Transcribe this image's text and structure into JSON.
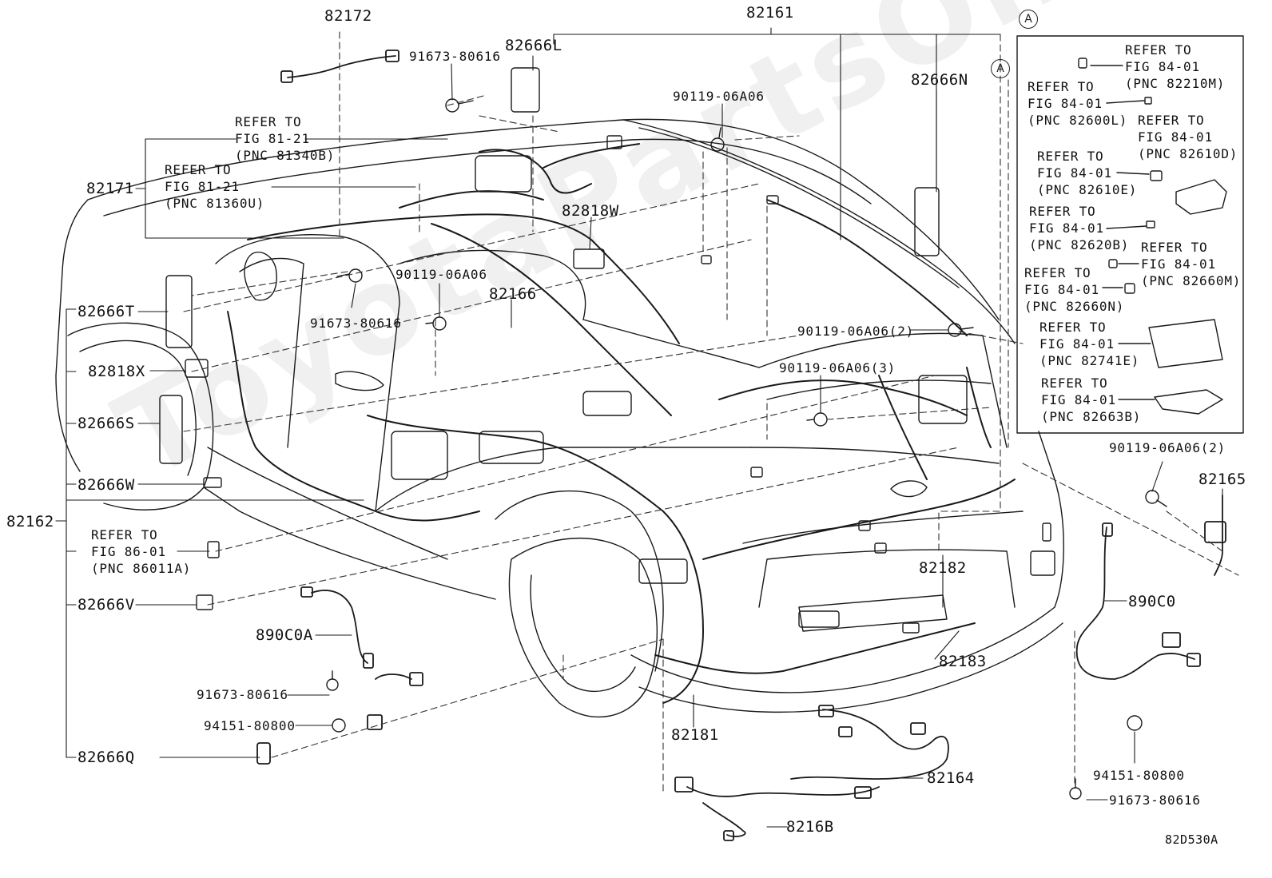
{
  "watermark": "ToyotaPartsOnline",
  "diagram_code": "82D530A",
  "inset_marker": "A",
  "colors": {
    "line": "#1a1a1a",
    "dash": "#333333"
  },
  "parts": {
    "p82172": "82172",
    "p82161": "82161",
    "p91673_top": "91673-80616",
    "p82666L": "82666L",
    "p82666N": "82666N",
    "p90119_top": "90119-06A06",
    "p82171": "82171",
    "p82818W": "82818W",
    "p82666T": "82666T",
    "p91673_mid": "91673-80616",
    "p90119_mid": "90119-06A06",
    "p82166": "82166",
    "p90119_2a": "90119-06A06(2)",
    "p90119_3": "90119-06A06(3)",
    "p82818X": "82818X",
    "p82666S": "82666S",
    "p90119_2b": "90119-06A06(2)",
    "p82165": "82165",
    "p82666W": "82666W",
    "p82162": "82162",
    "p82182": "82182",
    "p82666V": "82666V",
    "p890C0": "890C0",
    "p890C0A": "890C0A",
    "p82183": "82183",
    "p91673_low": "91673-80616",
    "p94151_left": "94151-80800",
    "p82181": "82181",
    "p82666Q": "82666Q",
    "p82164": "82164",
    "p94151_right": "94151-80800",
    "p91673_right": "91673-80616",
    "p8216B": "8216B"
  },
  "refs": {
    "r81340B": [
      "REFER TO",
      "FIG 81-21",
      "(PNC 81340B)"
    ],
    "r81360U": [
      "REFER TO",
      "FIG 81-21",
      "(PNC 81360U)"
    ],
    "r86011A": [
      "REFER TO",
      "FIG 86-01",
      "(PNC 86011A)"
    ]
  },
  "inset_refs": {
    "r82210M": [
      "REFER TO",
      "FIG 84-01",
      "(PNC 82210M)"
    ],
    "r82600L": [
      "REFER TO",
      "FIG 84-01",
      "(PNC 82600L)"
    ],
    "r82610D": [
      "REFER TO",
      "FIG 84-01",
      "(PNC 82610D)"
    ],
    "r82610E": [
      "REFER TO",
      "FIG 84-01",
      "(PNC 82610E)"
    ],
    "r82620B": [
      "REFER TO",
      "FIG 84-01",
      "(PNC 82620B)"
    ],
    "r82660M": [
      "REFER TO",
      "FIG 84-01",
      "(PNC 82660M)"
    ],
    "r82660N": [
      "REFER TO",
      "FIG 84-01",
      "(PNC 82660N)"
    ],
    "r82741E": [
      "REFER TO",
      "FIG 84-01",
      "(PNC 82741E)"
    ],
    "r82663B": [
      "REFER TO",
      "FIG 84-01",
      "(PNC 82663B)"
    ]
  }
}
